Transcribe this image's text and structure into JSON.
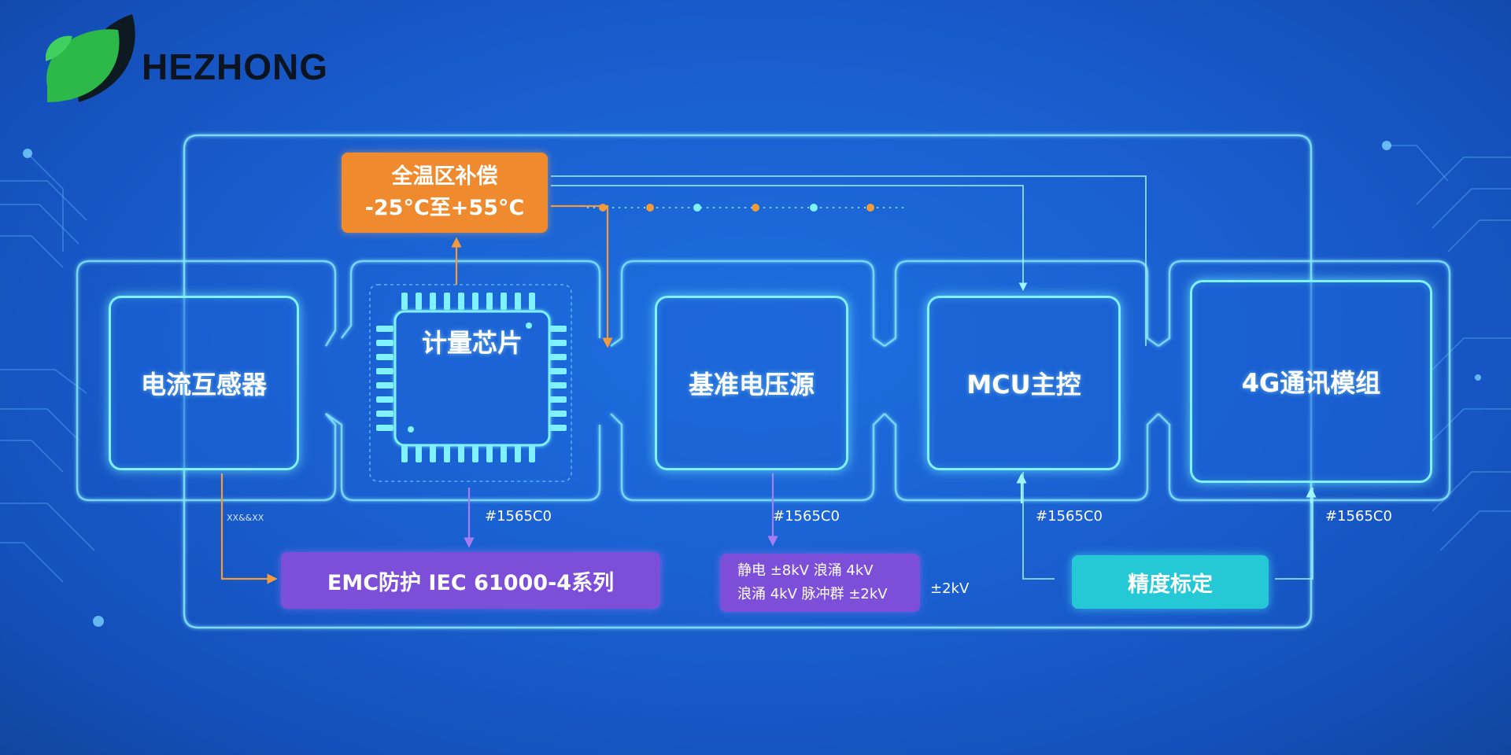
{
  "brand": {
    "name": "HEZHONG",
    "colors": {
      "leaf_front": "#2db84a",
      "leaf_back": "#0d1a22",
      "accent_cyan": "#7ff1ff",
      "background": "#1a5fd0"
    }
  },
  "blocks": {
    "current_transformer": "电流互感器",
    "metering_chip": "计量芯片",
    "voltage_reference": "基准电压源",
    "mcu": "MCU主控",
    "comm_module": "4G通讯模组"
  },
  "annotations": {
    "temp_compensation": {
      "line1": "全温区补偿",
      "line2": "-25°C至+55°C"
    },
    "emc_protection": "EMC防护 IEC 61000-4系列",
    "esd_surge": {
      "line1": "静电 ±8kV  浪涌 4kV",
      "line2": "浪涌 4kV  脉冲群 ±2kV"
    },
    "esd_extra": "±2kV",
    "calibration": "精度标定",
    "color_code_1": "#1565C0",
    "color_code_2": "#1565C0",
    "color_code_3": "#1565C0",
    "color_code_4": "#1565C0",
    "tiny_text": "XX&&XX"
  },
  "icons": [
    "leaf-logo-icon",
    "chip-icon",
    "arrow-right-icon"
  ]
}
